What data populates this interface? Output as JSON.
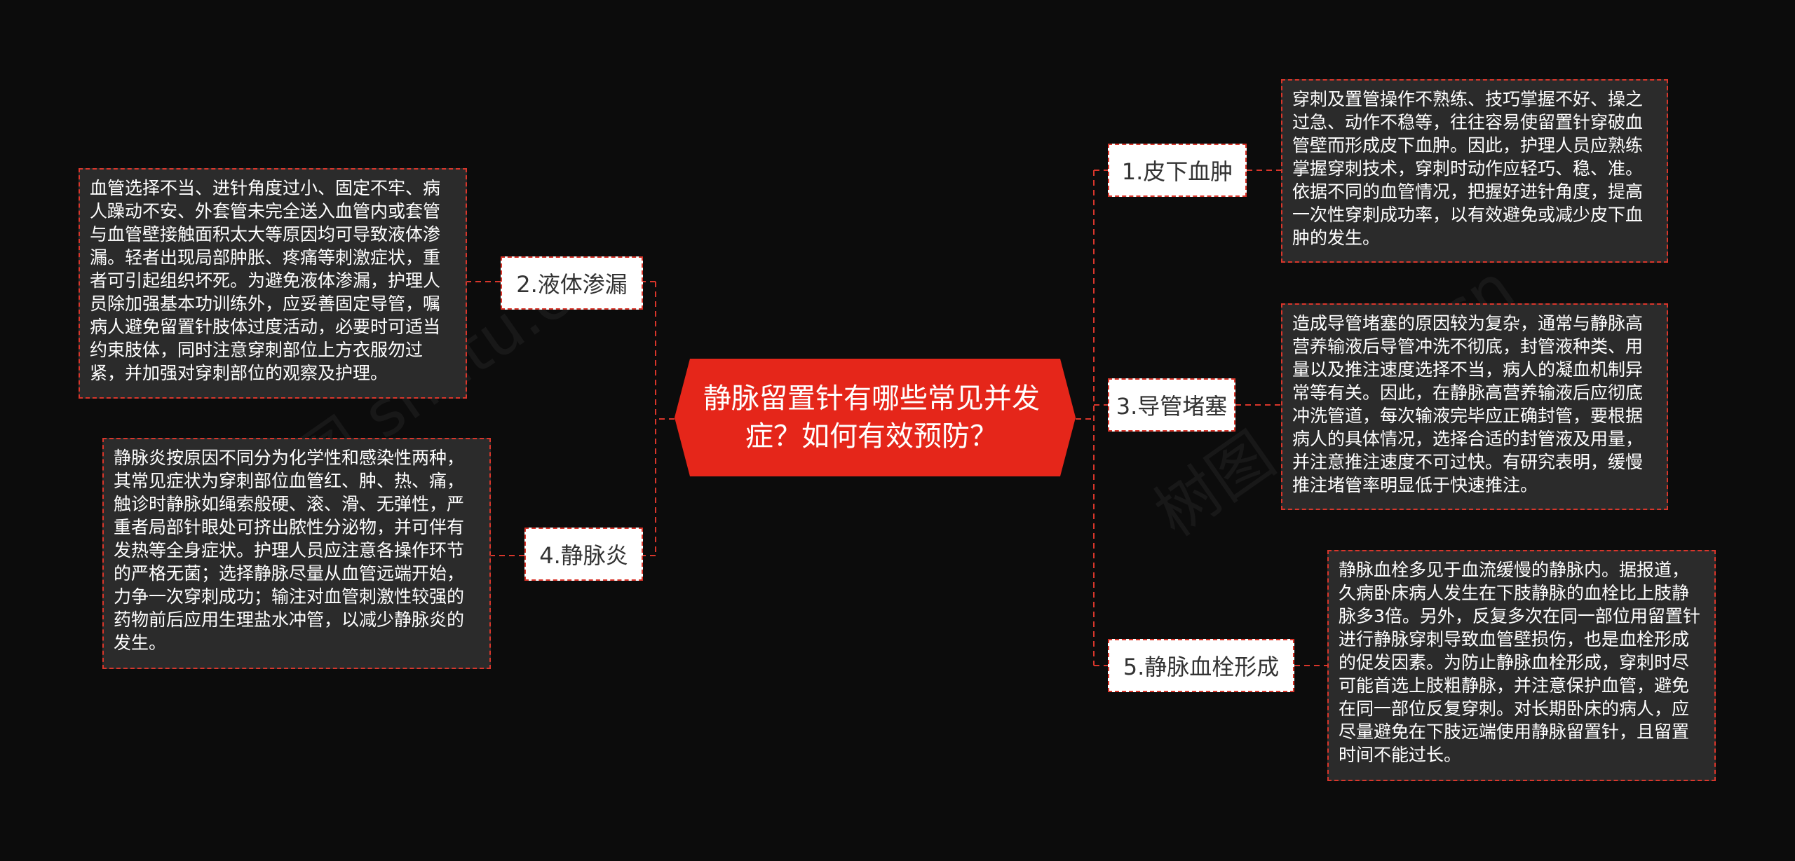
{
  "root": {
    "title": "静脉留置针有哪些常见并发症？如何有效预防？"
  },
  "branches": [
    {
      "label": "1.皮下血肿",
      "detail": "穿刺及置管操作不熟练、技巧掌握不好、操之过急、动作不稳等，往往容易使留置针穿破血管壁而形成皮下血肿。因此，护理人员应熟练掌握穿刺技术，穿刺时动作应轻巧、稳、准。依据不同的血管情况，把握好进针角度，提高一次性穿刺成功率，以有效避免或减少皮下血肿的发生。"
    },
    {
      "label": "2.液体渗漏",
      "detail": "血管选择不当、进针角度过小、固定不牢、病人躁动不安、外套管未完全送入血管内或套管与血管壁接触面积太大等原因均可导致液体渗漏。轻者出现局部肿胀、疼痛等刺激症状，重者可引起组织坏死。为避免液体渗漏，护理人员除加强基本功训练外，应妥善固定导管，嘱病人避免留置针肢体过度活动，必要时可适当约束肢体，同时注意穿刺部位上方衣服勿过紧，并加强对穿刺部位的观察及护理。"
    },
    {
      "label": "3.导管堵塞",
      "detail": "造成导管堵塞的原因较为复杂，通常与静脉高营养输液后导管冲洗不彻底，封管液种类、用量以及推注速度选择不当，病人的凝血机制异常等有关。因此，在静脉高营养输液后应彻底冲洗管道，每次输液完毕应正确封管，要根据病人的具体情况，选择合适的封管液及用量，并注意推注速度不可过快。有研究表明，缓慢推注堵管率明显低于快速推注。"
    },
    {
      "label": "4.静脉炎",
      "detail": "静脉炎按原因不同分为化学性和感染性两种，其常见症状为穿刺部位血管红、肿、热、痛，触诊时静脉如绳索般硬、滚、滑、无弹性，严重者局部针眼处可挤出脓性分泌物，并可伴有发热等全身症状。护理人员应注意各操作环节的严格无菌；选择静脉尽量从血管远端开始，力争一次穿刺成功；输注对血管刺激性较强的药物前后应用生理盐水冲管，以减少静脉炎的发生。"
    },
    {
      "label": "5.静脉血栓形成",
      "detail": "静脉血栓多见于血流缓慢的静脉内。据报道，久病卧床病人发生在下肢静脉的血栓比上肢静脉多3倍。另外，反复多次在同一部位用留置针进行静脉穿刺导致血管壁损伤，也是血栓形成的促发因素。为防止静脉血栓形成，穿刺时尽可能首选上肢粗静脉，并注意保护血管，避免在同一部位反复穿刺。对长期卧床的病人，应尽量避免在下肢远端使用静脉留置针，且留置时间不能过长。"
    }
  ],
  "watermark": "树图 shutu.cn",
  "colors": {
    "accent": "#e5261a",
    "connector": "#d9362b",
    "background": "#0c0c0c",
    "detail_bg": "#2b2b2b"
  }
}
